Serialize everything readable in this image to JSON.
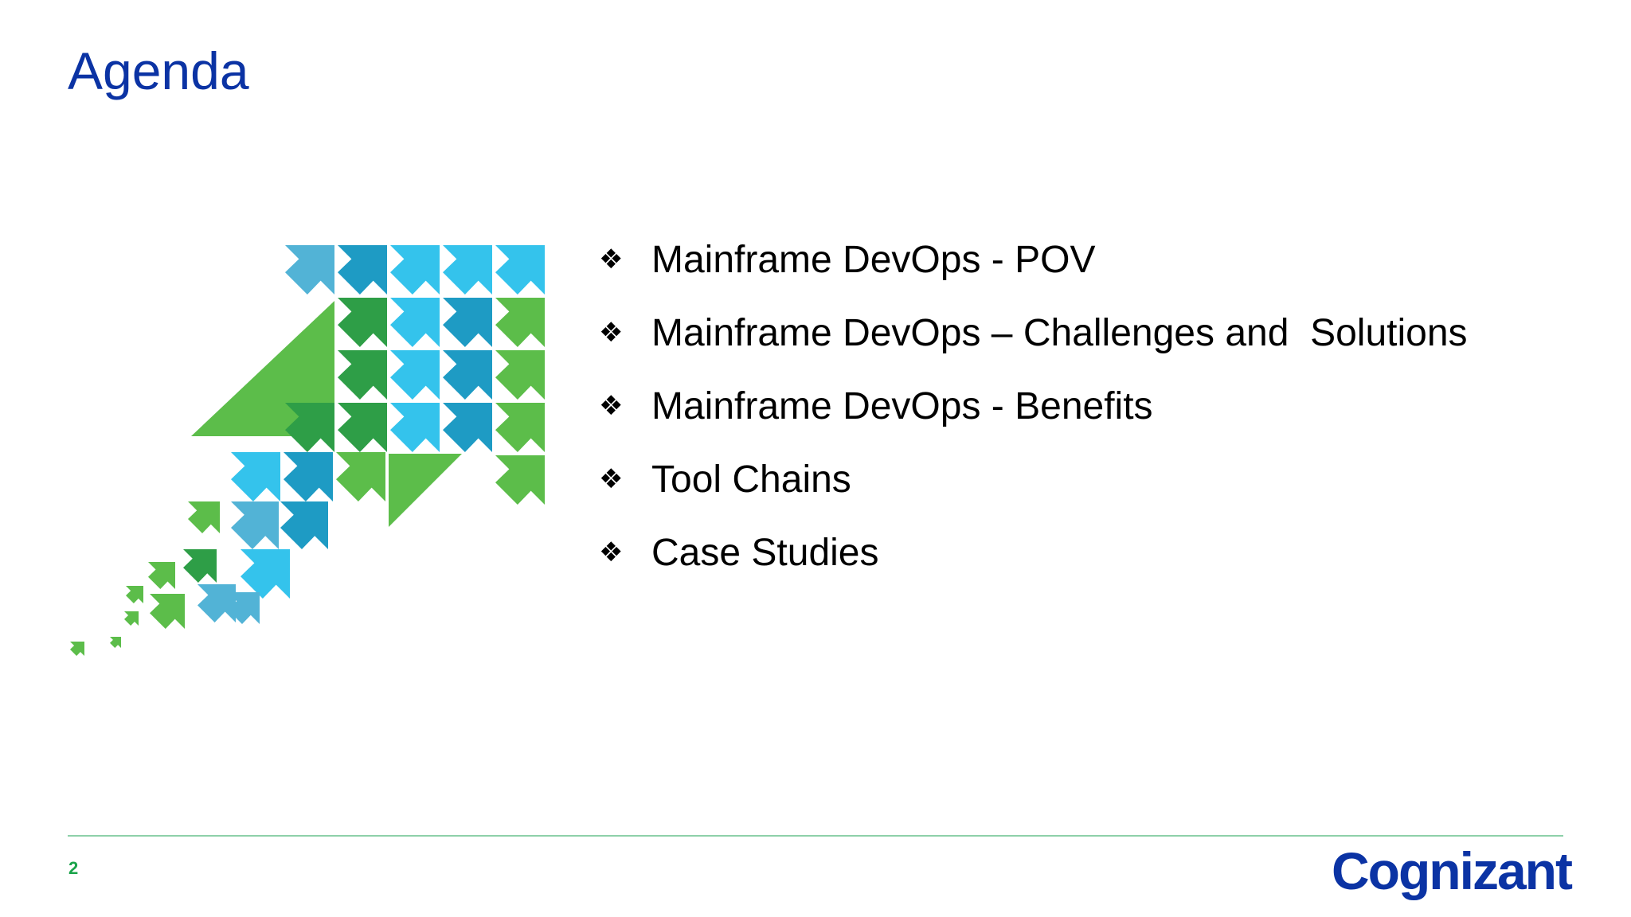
{
  "slide": {
    "title": "Agenda",
    "page_number": "2",
    "brand": "Cognizant"
  },
  "agenda": {
    "bullet_icon": "four-diamond-bullet-icon",
    "items": [
      {
        "label": "Mainframe DevOps - POV"
      },
      {
        "label": "Mainframe DevOps – Challenges and  Solutions"
      },
      {
        "label": "Mainframe DevOps - Benefits"
      },
      {
        "label": "Tool Chains"
      },
      {
        "label": "Case Studies"
      }
    ]
  },
  "graphic": {
    "name": "upward-arrows-icon",
    "colors": {
      "green_dark": "#2e9e47",
      "green": "#5cbd4a",
      "blue_dark": "#1e9bc4",
      "blue": "#34c3ec",
      "blue_light": "#52b3d6"
    }
  },
  "colors": {
    "title": "#0b33a4",
    "page_number": "#1aa34a",
    "rule": "#8ed0a9",
    "brand": "#0b33a4"
  }
}
